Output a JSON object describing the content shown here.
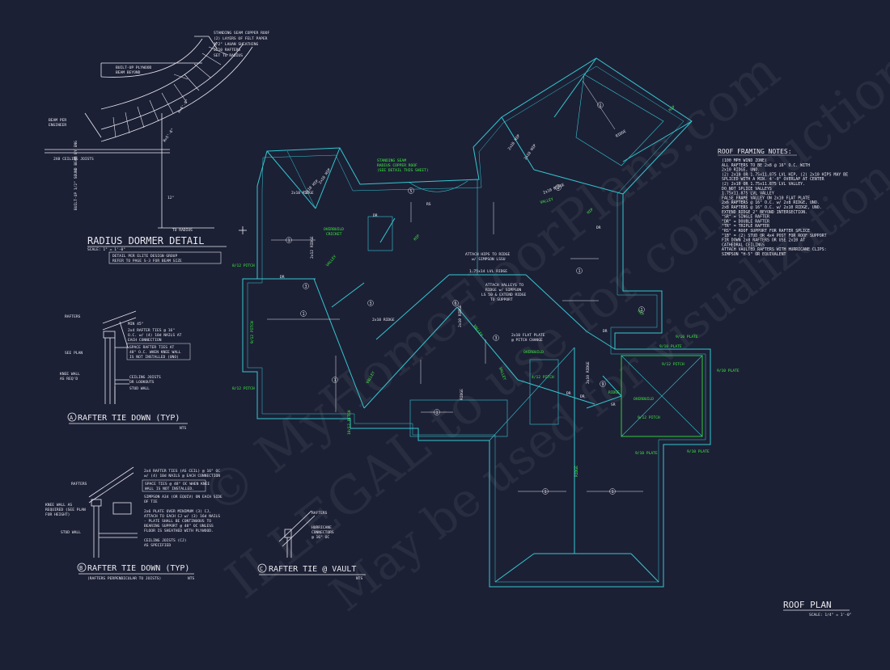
{
  "colors": {
    "background": "#1c2035",
    "linework": "#e8e8ee",
    "roof_outline": "#34c7d0",
    "annotation_green": "#3df23d"
  },
  "watermark": {
    "line1": "© MyHomeFloorPlans.com",
    "line2": "ILLEGAL to use for construction",
    "line3": "May be used for visualization"
  },
  "dormer_detail": {
    "title": "RADIUS DORMER DETAIL",
    "scale": "SCALE: 1\" = 1'-0\"",
    "note1": "DETAIL PER ELITE DESIGN GROUP",
    "note2": "REFER TO PAGE S-3 FOR BEAM SIZE",
    "callout_roof": "STANDING SEAM COPPER ROOF",
    "callout_felt": "(2) LAYERS OF FELT PAPER",
    "callout_sheath": "1/2\" LAUAN SHEATHING",
    "callout_rafters": "2X10 RAFTERS",
    "callout_radius": "SET TO RADIUS",
    "beam": "BUILT-UP PLYWOOD",
    "beam2": "BEAM BEYOND",
    "beam_engineer": "BEAM PER",
    "beam_engineer2": "ENGINEER",
    "joists": "2X8 CEILING JOISTS",
    "dim_radius": "TO RADIUS",
    "dim_vertical": "BUILT-UP 1/2\" SOUND BEAM BY ENG",
    "dim_12": "12\"",
    "dim_r1": "R=6'-6\"",
    "dim_r2": "R=5'-6\""
  },
  "detail_a": {
    "label": "RAFTER TIE DOWN (TYP)",
    "letter": "A",
    "scale": "NTS",
    "rafters": "RAFTERS",
    "min45": "MIN 45°",
    "tie1": "2x4 RAFTER TIES @ 16\"",
    "tie2": "O.C. w/ (4) 10d NAILS AT",
    "tie3": "EACH CONNECTION",
    "space1": "SPACE RAFTER TIES AT",
    "space2": "48\" O.C. WHEN KNEE WALL",
    "space3": "IS NOT INSTALLED (UNO)",
    "seeplan": "SEE PLAN",
    "knee1": "KNEE WALL",
    "knee2": "AS REQ'D",
    "ceiling1": "CEILING JOISTS",
    "ceiling2": "OR LOOKOUTS",
    "stud": "STUD WALL"
  },
  "detail_b": {
    "label": "RAFTER TIE DOWN (TYP)",
    "letter": "B",
    "sub": "(RAFTERS PERPENDICULAR TO JOISTS)",
    "scale": "NTS",
    "rafters": "RAFTERS",
    "tie1": "2x4 RAFTER TIES (AS CEIL) @ 16\" OC",
    "tie2": "w/ (4) 10d NAILS @ EACH CONNECTION",
    "space1": "SPACE TIES @ 48\" OC WHEN KNEE",
    "space2": "WALL IS NOT INSTALLED.",
    "simpson1": "SIMPSON A34 (OR EQUIV) ON EACH SIDE",
    "simpson2": "OF TIE",
    "plate1": "2x6 PLATE OVER MINIMUM (3) CJ,",
    "plate2": "ATTACH TO EACH CJ w/ (3) 16d NAILS",
    "plate3": "- PLATE SHALL BE CONTINUOUS TO",
    "plate4": "BEARING SUPPORT @ 48\" OC UNLESS",
    "plate5": "FLOOR IS SHEATHED WITH PLYWOOD.",
    "knee1": "KNEE WALL AS",
    "knee2": "REQUIRED (SEE PLAN",
    "knee3": "FOR HEIGHT)",
    "stud": "STUD WALL",
    "cj1": "CEILING JOISTS (CJ)",
    "cj2": "AS SPECIFIED"
  },
  "detail_c": {
    "label": "RAFTER TIE @ VAULT",
    "letter": "C",
    "scale": "NTS",
    "rafters": "RAFTERS",
    "conn1": "HURRICANE",
    "conn2": "CONNECTORS",
    "conn3": "@ 16\" OC"
  },
  "framing_notes": {
    "title": "ROOF FRAMING NOTES:",
    "lines": [
      "(100 MPH WIND ZONE)",
      "ALL RAFTERS TO BE 2x8 @ 16\" O.C. WITH",
      "2x10 RIDGE, UNO.",
      "(2) 2x10 OR 1.75x11.875 LVL HIP, (2) 2x10 HIPS MAY BE",
      "SPLICED WITH A MIN. 4'-0\" OVERLAP AT CENTER",
      "(2) 2x10 OR 1.75x11.875 LVL VALLEY.",
      "DO NOT SPLICE VALLEYS",
      "1.75x11.875 LVL VALLEY",
      "FALSE FRAME VALLEY ON 2x10 FLAT PLATE",
      "2x6 RAFTERS @ 16\" O.C. w/ 2x8 RIDGE, UNO.",
      "2x8 RAFTERS @ 16\" O.C. w/ 2x10 RIDGE, UNO.",
      "EXTEND RIDGE 2\" BEYOND INTERSECTION.",
      "\"SR\" = SINGLE RAFTER",
      "\"DR\" = DOUBLE RAFTER",
      "\"TR\" = TRIPLE RAFTER",
      "\"RS\" = ROOF SUPPORT FOR RAFTER SPLICE",
      "\"1B\" = (2) STUD OR 4x4 POST FOR ROOF SUPPORT",
      "FIR DOWN 2x8 RAFTERS OR USE 2x10 AT",
      "CATHEDRAL CEILINGS",
      "ATTACH VAULTED RAFTERS WITH HURRICANE CLIPS:",
      "SIMPSON \"H-5\" OR EQUIVALENT"
    ]
  },
  "roof_plan": {
    "title": "ROOF PLAN",
    "scale": "SCALE: 1/4\" = 1'-0\"",
    "standing_seam1": "STANDING SEAM",
    "standing_seam2": "RADIUS COPPER ROOF",
    "standing_seam3": "(SEE DETAIL THIS SHEET)",
    "overbuild": "OVERBUILD",
    "cricket": "CRICKET",
    "attach_hips1": "ATTACH HIPS TO RIDGE",
    "attach_hips2": "w/ SIMPSON LSSU",
    "lvl_ridge": "1.75x14 LVL RIDGE",
    "attach_valleys1": "ATTACH VALLEYS TO",
    "attach_valleys2": "RIDGE w/ SIMPSON",
    "attach_valleys3": "LS 50 & EXTEND RIDGE",
    "attach_valleys4": "TO SUPPORT",
    "flat_plate1": "2x10 FLAT PLATE",
    "flat_plate2": "@ PITCH CHANGE",
    "overbuild2": "OVERBUILD",
    "pitch_812": "8/12 PITCH",
    "pitch_412": "4/12 PITCH",
    "pitch_912": "9/12 PITCH",
    "pitch_912b": "9/12 PITCH",
    "pitch_912c": "9/12 PITCH",
    "pitch_1012": "10/12 PITCH",
    "plate_910": "9/10 PLATE",
    "plate_910b": "9/10 PLATE",
    "plate_910c": "9/10 PLATE",
    "plate_910d": "9/10 PLATE",
    "plate_910e": "9/10 PLATE",
    "ridge": "RIDGE",
    "hip": "HIP",
    "valley": "VALLEY",
    "dr": "DR",
    "rs": "RS",
    "sr": "SR",
    "ridge_2x12": "2x12 RIDGE",
    "ridge_2x10": "2x10 RIDGE",
    "hip_2x10": "2x10 HIP",
    "circled_1": "1",
    "circled_3": "3",
    "circled_5": "5",
    "circled_6": "6",
    "circled_9": "9"
  }
}
